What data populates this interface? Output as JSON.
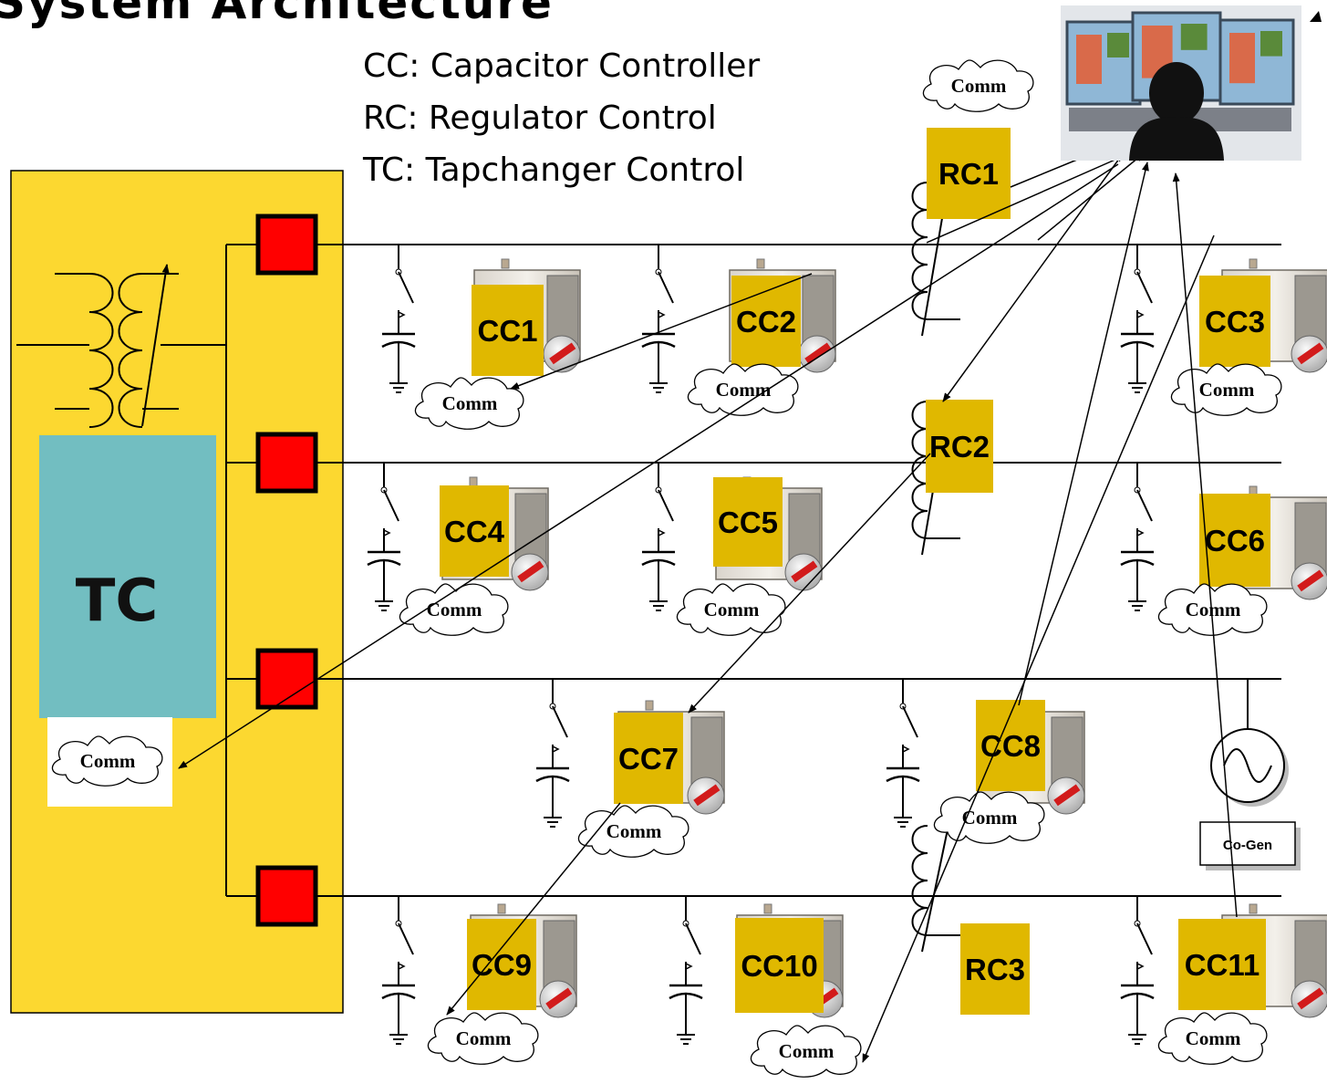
{
  "title": "System Architecture",
  "legend": [
    "CC: Capacitor Controller",
    "RC: Regulator Control",
    "TC: Tapchanger Control"
  ],
  "substation": {
    "tc_label": "TC",
    "comm_label": "Comm"
  },
  "cap_controllers": [
    {
      "label": "CC1",
      "comm": "Comm"
    },
    {
      "label": "CC2",
      "comm": "Comm"
    },
    {
      "label": "CC3",
      "comm": "Comm"
    },
    {
      "label": "CC4",
      "comm": "Comm"
    },
    {
      "label": "CC5",
      "comm": "Comm"
    },
    {
      "label": "CC6",
      "comm": "Comm"
    },
    {
      "label": "CC7",
      "comm": "Comm"
    },
    {
      "label": "CC8",
      "comm": "Comm"
    },
    {
      "label": "CC9",
      "comm": "Comm"
    },
    {
      "label": "CC10",
      "comm": "Comm"
    },
    {
      "label": "CC11",
      "comm": "Comm"
    }
  ],
  "regulators": [
    {
      "label": "RC1",
      "comm": "Comm"
    },
    {
      "label": "RC2"
    },
    {
      "label": "RC3"
    }
  ],
  "cogen_label": "Co-Gen",
  "colors": {
    "substation_fill": "#fcd830",
    "controller_fill": "#e0b800",
    "tc_fill": "#72bec1",
    "breaker_fill": "#ff0000"
  }
}
